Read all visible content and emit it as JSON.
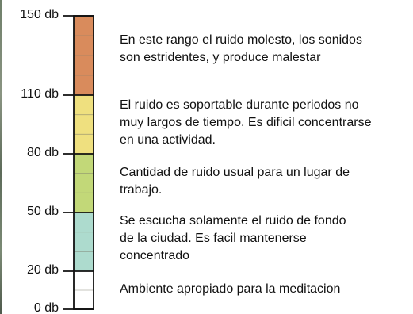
{
  "scale": {
    "ticks": [
      {
        "value": 150,
        "label": "150 db"
      },
      {
        "value": 110,
        "label": "110 db"
      },
      {
        "value": 80,
        "label": "80 db"
      },
      {
        "value": 50,
        "label": "50 db"
      },
      {
        "value": 20,
        "label": "20 db"
      },
      {
        "value": 0,
        "label": "0 db"
      }
    ],
    "bands": [
      {
        "from": 110,
        "to": 150,
        "color": "#d98b5c"
      },
      {
        "from": 80,
        "to": 110,
        "color": "#efe07f"
      },
      {
        "from": 50,
        "to": 80,
        "color": "#c2d878"
      },
      {
        "from": 20,
        "to": 50,
        "color": "#addbce"
      },
      {
        "from": 0,
        "to": 20,
        "color": "#ffffff"
      }
    ],
    "minor_step": 10
  },
  "descriptions": [
    {
      "lines": [
        "En este rango el ruido molesto, los sonidos",
        "son estridentes, y produce malestar"
      ]
    },
    {
      "lines": [
        "El ruido es soportable durante periodos no",
        "muy largos de tiempo. Es dificil concentrarse",
        "en una actividad."
      ]
    },
    {
      "lines": [
        "Cantidad de ruido usual para un lugar de",
        "trabajo."
      ]
    },
    {
      "lines": [
        "Se escucha solamente el ruido de fondo",
        "de la ciudad. Es facil mantenerse",
        "concentrado"
      ]
    },
    {
      "lines": [
        "Ambiente apropiado para la meditacion"
      ]
    }
  ]
}
